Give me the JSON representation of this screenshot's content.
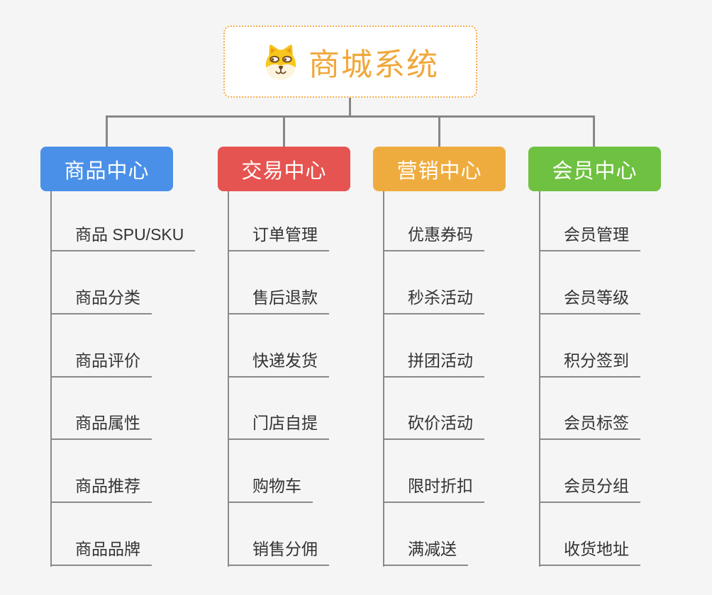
{
  "root": {
    "title": "商城系统",
    "icon": "dog-mascot-icon"
  },
  "branches": [
    {
      "label": "商品中心",
      "color": "#4a90e8",
      "items": [
        "商品 SPU/SKU",
        "商品分类",
        "商品评价",
        "商品属性",
        "商品推荐",
        "商品品牌"
      ]
    },
    {
      "label": "交易中心",
      "color": "#e55450",
      "items": [
        "订单管理",
        "售后退款",
        "快递发货",
        "门店自提",
        "购物车",
        "销售分佣"
      ]
    },
    {
      "label": "营销中心",
      "color": "#efac3e",
      "items": [
        "优惠券码",
        "秒杀活动",
        "拼团活动",
        "砍价活动",
        "限时折扣",
        "满减送"
      ]
    },
    {
      "label": "会员中心",
      "color": "#6fc141",
      "items": [
        "会员管理",
        "会员等级",
        "积分签到",
        "会员标签",
        "会员分组",
        "收货地址"
      ]
    }
  ],
  "colors": {
    "background": "#f5f5f6",
    "connector": "#878787",
    "underline": "#8a8a8a",
    "root_border": "#f3ac4e",
    "root_title": "#f0a83c"
  }
}
